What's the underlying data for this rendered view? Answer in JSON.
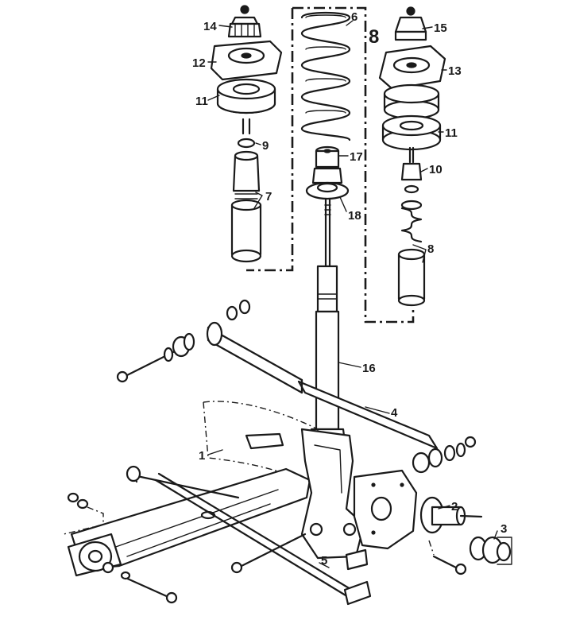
{
  "callouts": {
    "c1": "1",
    "c2": "2",
    "c3": "3",
    "c4": "4",
    "c5": "5",
    "c6": "6",
    "c7": "7",
    "c8": "8",
    "c8_large": "8",
    "c9": "9",
    "c10": "10",
    "c11_left": "11",
    "c11_right": "11",
    "c12": "12",
    "c13": "13",
    "c14": "14",
    "c15": "15",
    "c16": "16",
    "c17": "17",
    "c18": "18"
  },
  "colors": {
    "ink": "#1a1a1a",
    "paper": "#ffffff"
  }
}
